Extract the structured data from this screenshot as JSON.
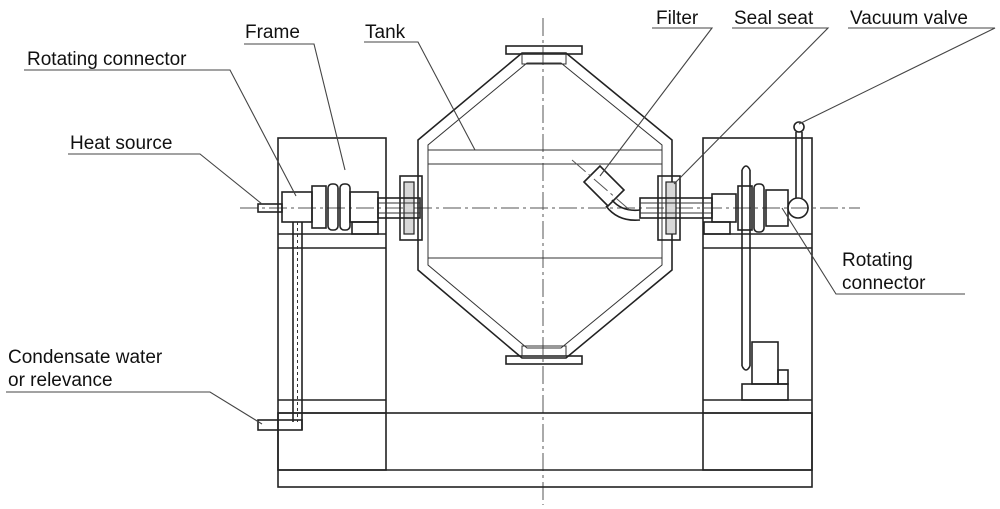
{
  "labels": {
    "frame": "Frame",
    "tank": "Tank",
    "filter": "Filter",
    "seal_seat": "Seal seat",
    "vacuum_valve": "Vacuum valve",
    "rotating_connector_left": "Rotating connector",
    "heat_source": "Heat source",
    "rotating_connector_right_line1": "Rotating",
    "rotating_connector_right_line2": "connector",
    "condensate_line1": "Condensate water",
    "condensate_line2": "or relevance"
  }
}
